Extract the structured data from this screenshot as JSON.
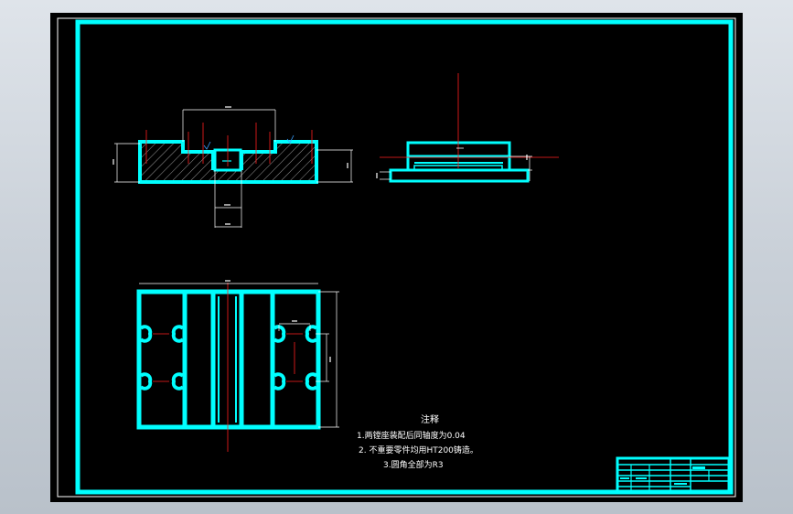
{
  "notes": {
    "title": "注释",
    "lines": [
      "1.两镗座装配后同轴度为0.04",
      "2. 不重要零件均用HT200铸造。",
      "3.圆角全部为R3"
    ]
  },
  "colors": {
    "outline": "#00ffff",
    "centerline": "#ff2020",
    "dimension": "#ffffff",
    "hatch": "#ffffff",
    "background": "#000000",
    "surround": "#c9d0d8"
  }
}
